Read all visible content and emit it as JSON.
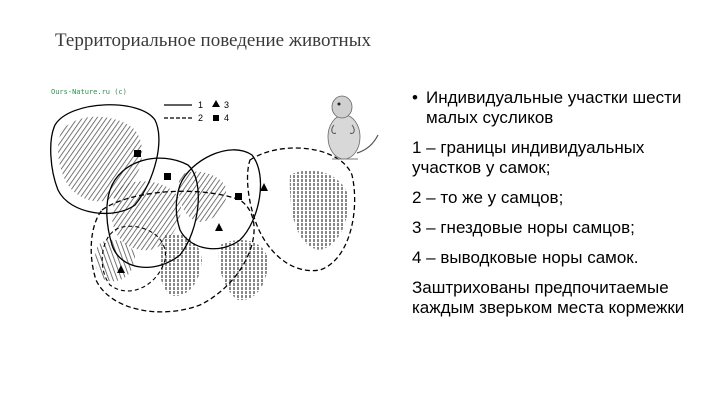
{
  "slide": {
    "title": "Территориальное поведение животных"
  },
  "figure": {
    "credit": "Ours-Nature.ru (c)",
    "legend": {
      "solid_number": "1",
      "dashed_number": "2",
      "triangle_number": "3",
      "square_number": "4"
    }
  },
  "text": {
    "bullet": "Индивидуальные участки шести малых сусликов",
    "item1": "1 – границы индивидуальных участков у самок;",
    "item2": "2  – то же у самцов;",
    "item3": "3  – гнездовые норы самцов;",
    "item4": "4  – выводковые норы самок.",
    "note": "Заштрихованы предпочитаемые каждым зверьком места кормежки"
  }
}
